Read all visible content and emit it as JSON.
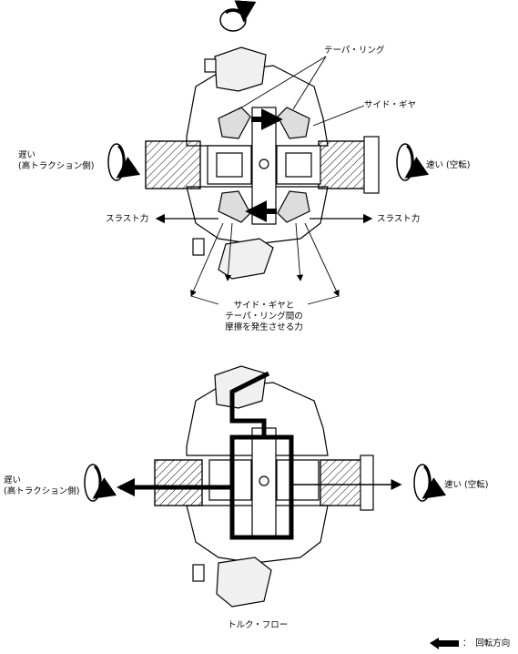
{
  "top_diagram": {
    "label_taper_ring": "テーパ・リング",
    "label_side_gear": "サイド・ギヤ",
    "label_slow_line1": "遅い",
    "label_slow_line2": "(高トラクション側)",
    "label_fast": "速い (空転)",
    "label_thrust_left": "スラスト力",
    "label_thrust_right": "スラスト力",
    "caption_line1": "サイド・ギヤと",
    "caption_line2": "テーパ・リング間の",
    "caption_line3": "摩擦を発生させる力"
  },
  "bottom_diagram": {
    "label_slow_line1": "遅い",
    "label_slow_line2": "(高トラクション側)",
    "label_fast": "速い (空転)",
    "caption": "トルク・フロー"
  },
  "legend": {
    "label": "：　回転方向",
    "icon": "arrow-left-icon"
  },
  "colors": {
    "ink": "#000000",
    "paper": "#ffffff",
    "shade": "#e8e8e8"
  }
}
